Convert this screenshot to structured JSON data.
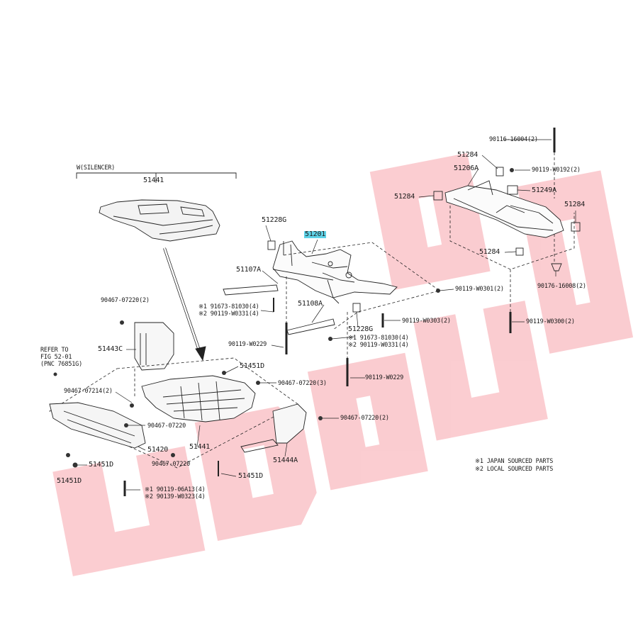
{
  "watermark": {
    "text": "UDOUDI",
    "color": "#f5a0a8"
  },
  "header": {
    "silencer_label": "W(SILENCER)"
  },
  "notes": {
    "japan": "※1 JAPAN SOURCED PARTS",
    "local": "※2 LOCAL SOURCED PARTS"
  },
  "refer": {
    "line1": "REFER TO",
    "line2": "FIG 52-01",
    "line3": "(PNC 76851G)"
  },
  "parts": {
    "p51441_top": "51441",
    "p51228G_top": "51228G",
    "p51201": "51201",
    "p51107A": "51107A",
    "p91673_a": "※1 91673-81030(4)",
    "p90119_w0331_a": "※2 90119-W0331(4)",
    "p90467_07220_2a": "90467-07220(2)",
    "p51108A": "51108A",
    "p51228G_mid": "51228G",
    "p91673_b": "※1 91673-81030(4)",
    "p90119_w0331_b": "※2 90119-W0331(4)",
    "p90119_w0229_a": "90119-W0229",
    "p51443C": "51443C",
    "p51451D_a": "51451D",
    "p90467_07220_3": "90467-07220(3)",
    "p90467_07214": "90467-07214(2)",
    "p90119_w0229_b": "90119-W0229",
    "p90467_07220_b": "90467-07220",
    "p51420": "51420",
    "p51441_mid": "51441",
    "p90467_07220_c": "90467-07220",
    "p51451D_b": "51451D",
    "p51451D_c": "51451D",
    "p51451D_d": "51451D",
    "p90119_06a13": "※1 90119-06A13(4)",
    "p90139_w0323": "※2 90139-W0323(4)",
    "p90467_07220_2b": "90467-07220(2)",
    "p51444A": "51444A",
    "p90116_16004": "90116-16004(2)",
    "p51284_a": "51284",
    "p90119_w0192": "90119-W0192(2)",
    "p51206A": "51206A",
    "p51284_b": "51284",
    "p51249A": "51249A",
    "p51284_c": "51284",
    "p51284_d": "51284",
    "p90119_w0301": "90119-W0301(2)",
    "p90119_w0303": "90119-W0303(2)",
    "p90176_16008": "90176-16008(2)",
    "p90119_w0300": "90119-W0300(2)"
  }
}
